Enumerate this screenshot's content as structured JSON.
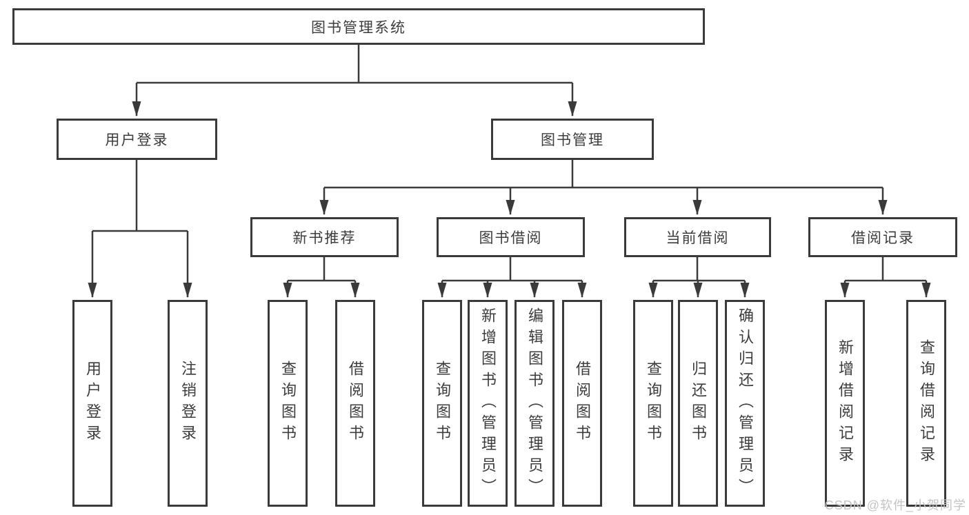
{
  "diagram": {
    "root": {
      "label": "图书管理系统"
    },
    "branches": [
      {
        "label": "用户登录",
        "children": [
          {
            "label": "用户登录"
          },
          {
            "label": "注销登录"
          }
        ]
      },
      {
        "label": "图书管理",
        "children": [
          {
            "label": "新书推荐",
            "children": [
              {
                "label": "查询图书"
              },
              {
                "label": "借阅图书"
              }
            ]
          },
          {
            "label": "图书借阅",
            "children": [
              {
                "label": "查询图书"
              },
              {
                "label": "新增图书（管理员）"
              },
              {
                "label": "编辑图书（管理员）"
              },
              {
                "label": "借阅图书"
              }
            ]
          },
          {
            "label": "当前借阅",
            "children": [
              {
                "label": "查询图书"
              },
              {
                "label": "归还图书"
              },
              {
                "label": "确认归还（管理员）"
              }
            ]
          },
          {
            "label": "借阅记录",
            "children": [
              {
                "label": "新增借阅记录"
              },
              {
                "label": "查询借阅记录"
              }
            ]
          }
        ]
      }
    ],
    "watermark": "CSDN @软件_小贺同学",
    "colors": {
      "line": "#3a3a3a",
      "box_border": "#3a3a3a",
      "text": "#3c3c3c",
      "watermark": "#c4c4c4",
      "background": "#ffffff"
    }
  }
}
